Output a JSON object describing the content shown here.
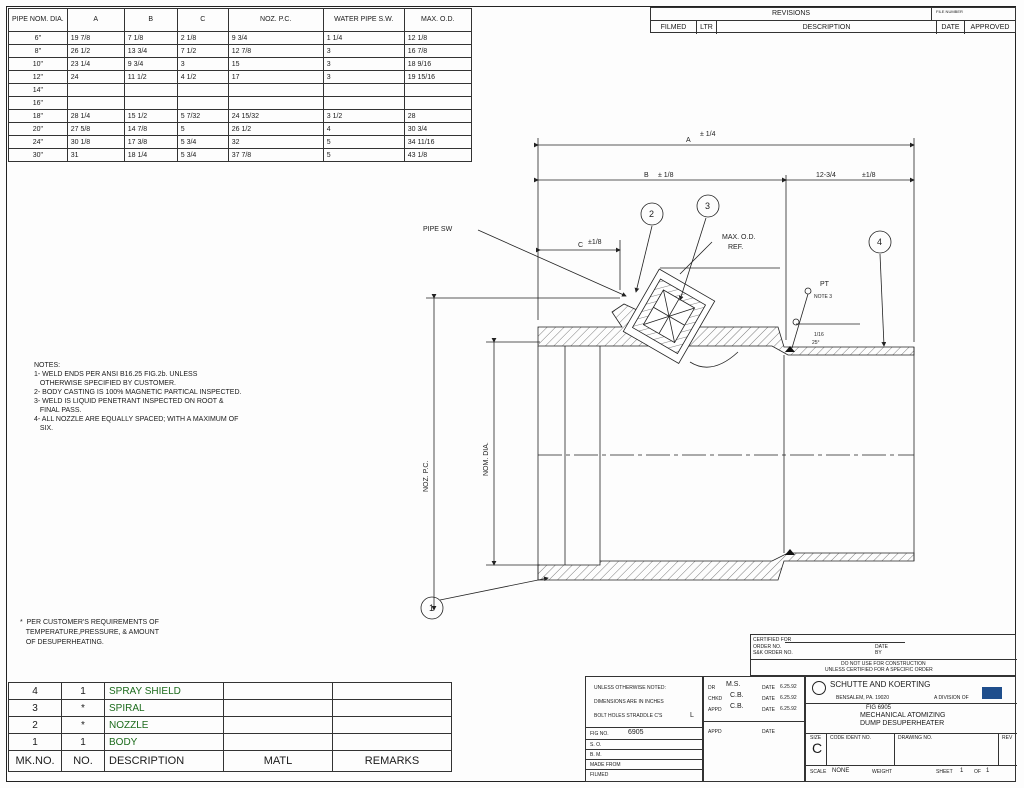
{
  "pipe_table": {
    "headers": [
      "PIPE NOM. DIA.",
      "A",
      "B",
      "C",
      "NOZ. P.C.",
      "WATER PIPE S.W.",
      "MAX. O.D."
    ],
    "rows": [
      [
        "6\"",
        "19 7/8",
        "7 1/8",
        "2 1/8",
        "9 3/4",
        "1 1/4",
        "12 1/8"
      ],
      [
        "8\"",
        "26 1/2",
        "13 3/4",
        "7 1/2",
        "12 7/8",
        "3",
        "16 7/8"
      ],
      [
        "10\"",
        "23 1/4",
        "9 3/4",
        "3",
        "15",
        "3",
        "18 9/16"
      ],
      [
        "12\"",
        "24",
        "11 1/2",
        "4 1/2",
        "17",
        "3",
        "19 15/16"
      ],
      [
        "14\"",
        "",
        "",
        "",
        "",
        "",
        ""
      ],
      [
        "16\"",
        "",
        "",
        "",
        "",
        "",
        ""
      ],
      [
        "18\"",
        "28 1/4",
        "15 1/2",
        "5 7/32",
        "24 15/32",
        "3 1/2",
        "28"
      ],
      [
        "20\"",
        "27 5/8",
        "14 7/8",
        "5",
        "26 1/2",
        "4",
        "30 3/4"
      ],
      [
        "24\"",
        "30 1/8",
        "17 3/8",
        "5 3/4",
        "32",
        "5",
        "34 11/16"
      ],
      [
        "30\"",
        "31",
        "18 1/4",
        "5 3/4",
        "37 7/8",
        "5",
        "43 1/8"
      ]
    ]
  },
  "revisions": {
    "title": "REVISIONS",
    "file_no": "FILE NUMBER",
    "cols": [
      "FILMED",
      "LTR",
      "DESCRIPTION",
      "DATE",
      "APPROVED"
    ]
  },
  "notes": {
    "heading": "NOTES:",
    "items": [
      "1- WELD ENDS PER ANSI B16.25 FIG.2b. UNLESS\n   OTHERWISE SPECIFIED BY CUSTOMER.",
      "2- BODY CASTING IS 100% MAGNETIC PARTICAL INSPECTED.",
      "3- WELD IS LIQUID PENETRANT INSPECTED ON ROOT &\n   FINAL PASS.",
      "4- ALL NOZZLE ARE EQUALLY SPACED; WITH A MAXIMUM OF\n   SIX."
    ]
  },
  "customer_note": [
    "*  PER CUSTOMER'S REQUIREMENTS OF",
    "   TEMPERATURE,PRESSURE, & AMOUNT",
    "   OF DESUPERHEATING."
  ],
  "drawing": {
    "dim_A": "A",
    "dim_A_tol": "± 1/4",
    "dim_B": "B",
    "dim_B_tol": "± 1/8",
    "dim_C": "C",
    "dim_C_tol": "±1/8",
    "dim_right": "12-3/4",
    "dim_right_tol": "±1/8",
    "pipe_sw": "PIPE SW",
    "max_od": "MAX. O.D.",
    "ref": "REF.",
    "pt": "PT",
    "note3": "NOTE 3",
    "bevel_a": "1/16",
    "bevel_b": "25°",
    "noz_pc": "NOZ. P.C.",
    "nom_dia": "NOM. DIA.",
    "balloons": [
      "1",
      "2",
      "3",
      "4"
    ]
  },
  "bom": {
    "rows": [
      {
        "mk": "4",
        "no": "1",
        "desc": "SPRAY SHIELD"
      },
      {
        "mk": "3",
        "no": "*",
        "desc": "SPIRAL"
      },
      {
        "mk": "2",
        "no": "*",
        "desc": "NOZZLE"
      },
      {
        "mk": "1",
        "no": "1",
        "desc": "BODY"
      }
    ],
    "headers": [
      "MK.NO.",
      "NO.",
      "DESCRIPTION",
      "MATL",
      "REMARKS"
    ]
  },
  "title_block": {
    "unless_noted": "UNLESS OTHERWISE NOTED:",
    "dims_inches": "DIMENSIONS ARE IN INCHES",
    "bolt_holes": "BOLT HOLES STRADDLE C'S",
    "mark_l": "L",
    "fig_no_label": "FIG NO.",
    "fig_no": "6905",
    "so": "S. O.",
    "bm": "B. M.",
    "made_from": "MADE FROM",
    "filmed": "FILMED",
    "dr_label": "DR",
    "dr_name": "M.S.",
    "chkd_label": "CHKD",
    "chkd_name": "C.B.",
    "appd_label": "APPD",
    "appd_name": "C.B.",
    "appd2_label": "APPD",
    "date_label": "DATE",
    "dr_date": "6.25.92",
    "chkd_date": "6.25.92",
    "appd_date": "6.25.92",
    "certified_for": "CERTIFIED FOR",
    "order_no": "ORDER NO.",
    "sk_order_no": "S&K ORDER NO.",
    "date": "DATE",
    "by": "BY",
    "not_for_construction": "DO NOT USE FOR CONSTRUCTION",
    "unless_certified": "UNLESS CERTIFIED FOR A SPECIFIC ORDER",
    "company": "SCHUTTE AND KOERTING",
    "address": "BENSALEM, PA. 19020",
    "division": "A DIVISION OF",
    "fig_title": "FIG 6905",
    "title_1": "MECHANICAL ATOMIZING",
    "title_2": "DUMP  DESUPERHEATER",
    "size_label": "SIZE",
    "size": "C",
    "code_ident": "CODE IDENT NO.",
    "drawing_no": "DRAWING NO.",
    "rev": "REV",
    "scale_label": "SCALE",
    "scale": "NONE",
    "weight": "WEIGHT",
    "sheet_label": "SHEET",
    "sheet": "1",
    "of": "OF",
    "sheets": "1"
  }
}
